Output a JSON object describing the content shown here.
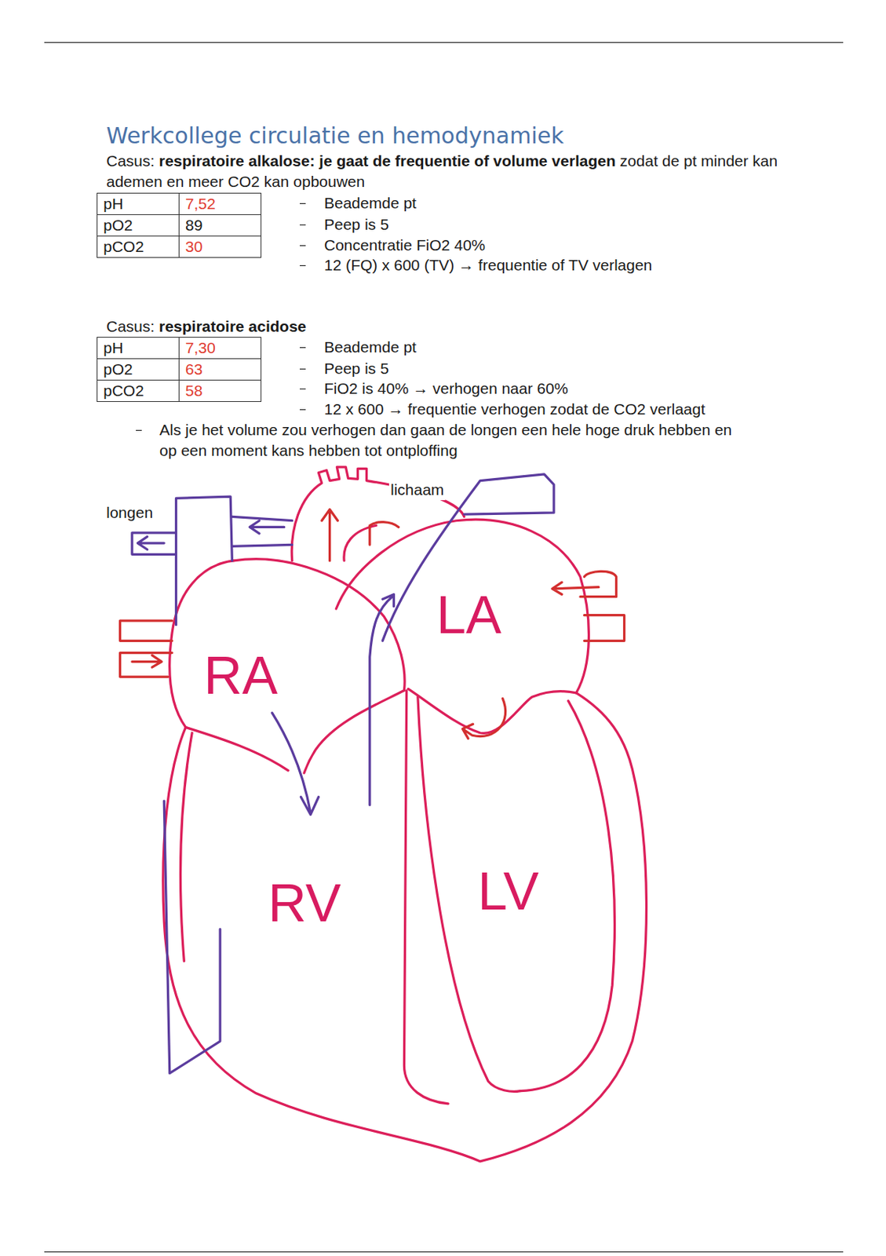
{
  "diagram": {
    "title": "Werkcollege circulatie en hemodynamiek",
    "labels": [
      "Casus:",
      "respiratoire alkalose: je gaat de frequentie of volume verlagen",
      "zodat de pt minder kan ademen en meer CO2 kan opbouwen",
      "pH",
      "7,52",
      "pO2",
      "89",
      "pCO2",
      "30",
      "Beademde pt",
      "Peep is 5",
      "Concentratie FiO2 40%",
      "12 (FQ) x 600 (TV) → frequentie of TV verlagen",
      "Casus:",
      "respiratoire acidose",
      "pH",
      "7,30",
      "pO2",
      "63",
      "pCO2",
      "58",
      "Beademde pt",
      "Peep is 5",
      "FiO2 is 40% → verhogen naar 60%",
      "12 x 600 → frequentie verhogen zodat de CO2 verlaagt",
      "Als je het volume zou verhogen dan gaan de longen een hele hoge druk hebben en op een moment kans hebben tot ontploffing",
      "lichaam",
      "longen",
      "LA",
      "RA",
      "RV",
      "LV"
    ]
  }
}
